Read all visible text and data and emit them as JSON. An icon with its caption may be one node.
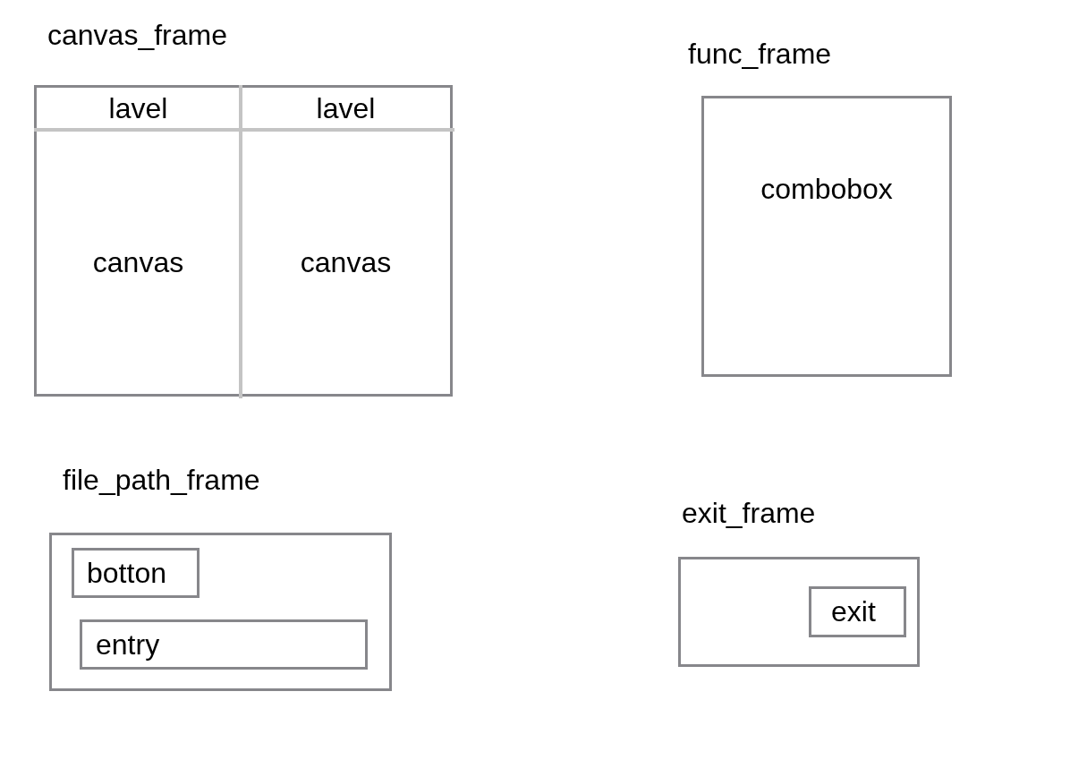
{
  "diagram": {
    "nodes": [
      {
        "text": [
          "canvas_frame"
        ]
      },
      {
        "text": [
          "lavel"
        ],
        "in": 0
      },
      {
        "text": [
          "lavel"
        ],
        "in": 0
      },
      {
        "text": [
          "canvas"
        ],
        "in": 0
      },
      {
        "text": [
          "canvas"
        ],
        "in": 0
      },
      {
        "text": [
          "func_frame",
          "combobox"
        ]
      },
      {
        "text": [
          "file_path_frame"
        ]
      },
      {
        "text": [
          "botton"
        ],
        "in": 6
      },
      {
        "text": [
          "entry"
        ],
        "in": 6
      },
      {
        "text": [
          "exit_frame"
        ]
      },
      {
        "text": [
          "exit"
        ],
        "in": 9
      }
    ]
  }
}
